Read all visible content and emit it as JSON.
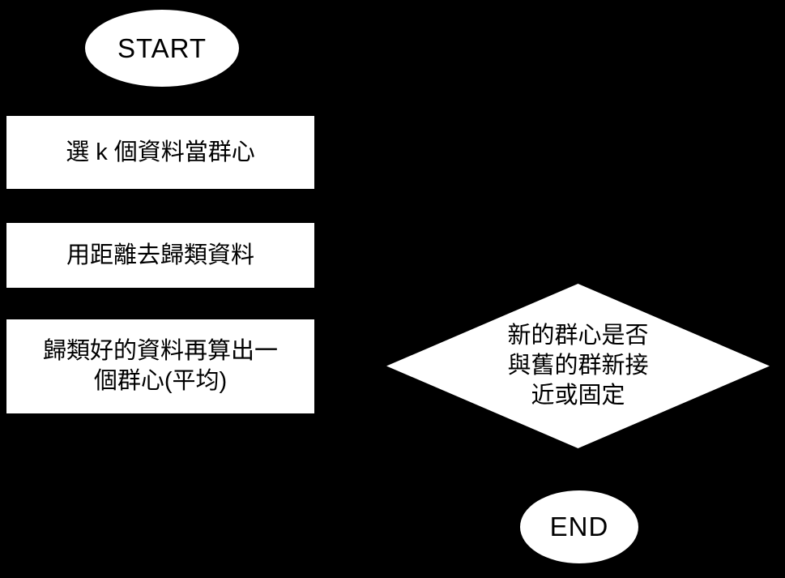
{
  "canvas": {
    "background_color": "#000000",
    "shape_fill_color": "#ffffff",
    "text_color": "#000000"
  },
  "flowchart": {
    "start": {
      "label": "START"
    },
    "steps": [
      {
        "label": "選 k 個資料當群心"
      },
      {
        "label": "用距離去歸類資料"
      },
      {
        "line1": "歸類好的資料再算出一",
        "line2": "個群心(平均)"
      }
    ],
    "decision": {
      "line1": "新的群心是否",
      "line2": "與舊的群新接",
      "line3": "近或固定"
    },
    "end": {
      "label": "END"
    }
  }
}
